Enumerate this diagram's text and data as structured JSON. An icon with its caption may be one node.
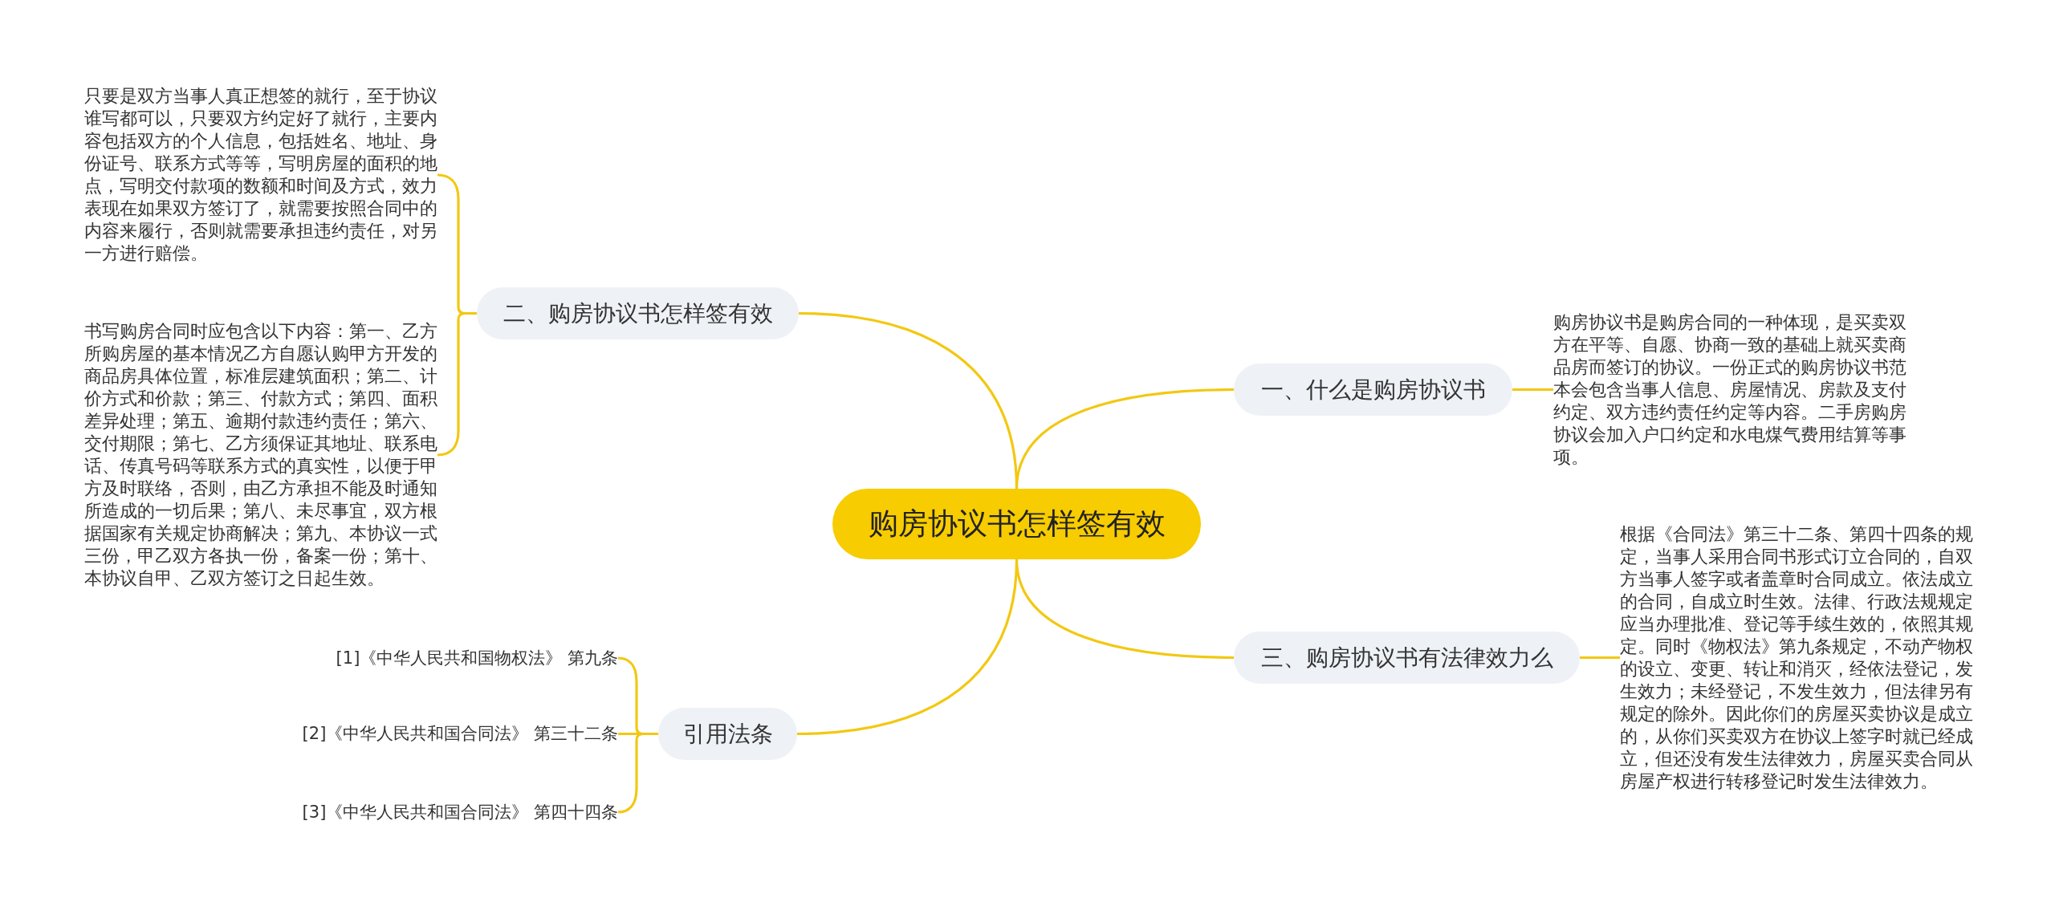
{
  "diagram": {
    "nodes": [
      {
        "text": [
          "购房协议书怎样签有效"
        ]
      },
      {
        "text": [
          "一、什么是购房协议书"
        ]
      },
      {
        "text": [
          "购房协议书是购房合同的一种体现，是买卖双方在平等、自愿、协商一致的基础上就买卖商品房而签订的协议。一份正式的购房协议书范本会包含当事人信息、房屋情况、房款及支付约定、双方违约责任约定等内容。二手房购房协议会加入户口约定和水电煤气费用结算等事项。"
        ]
      },
      {
        "text": [
          "二、购房协议书怎样签有效"
        ]
      },
      {
        "text": [
          "只要是双方当事人真正想签的就行，至于协议谁写都可以，只要双方约定好了就行，主要内容包括双方的个人信息，包括姓名、地址、身份证号、联系方式等等，写明房屋的面积的地点，写明交付款项的数额和时间及方式，效力表现在如果双方签订了，就需要按照合同中的内容来履行，否则就需要承担违约责任，对另一方进行赔偿。"
        ]
      },
      {
        "text": [
          "书写购房合同时应包含以下内容：第一、乙方所购房屋的基本情况乙方自愿认购甲方开发的商品房具体位置，标准层建筑面积；第二、计价方式和价款；第三、付款方式；第四、面积差异处理；第五、逾期付款违约责任；第六、交付期限；第七、乙方须保证其地址、联系电话、传真号码等联系方式的真实性，以便于甲方及时联络，否则，由乙方承担不能及时通知所造成的一切后果；第八、未尽事宜，双方根据国家有关规定协商解决；第九、本协议一式三份，甲乙双方各执一份，备案一份；第十、本协议自甲、乙双方签订之日起生效。"
        ]
      },
      {
        "text": [
          "三、购房协议书有法律效力么"
        ]
      },
      {
        "text": [
          "根据《合同法》第三十二条、第四十四条的规定，当事人采用合同书形式订立合同的，自双方当事人签字或者盖章时合同成立。依法成立的合同，自成立时生效。法律、行政法规规定应当办理批准、登记等手续生效的，依照其规定。同时《物权法》第九条规定，不动产物权的设立、变更、转让和消灭，经依法登记，发生效力；未经登记，不发生效力，但法律另有规定的除外。因此你们的房屋买卖协议是成立的，从你们买卖双方在协议上签字时就已经成立，但还没有发生法律效力，房屋买卖合同从房屋产权进行转移登记时发生法律效力。"
        ]
      },
      {
        "text": [
          "引用法条"
        ]
      },
      {
        "text": [
          "[1]《中华人民共和国物权法》 第九条"
        ]
      },
      {
        "text": [
          "[2]《中华人民共和国合同法》 第三十二条"
        ]
      },
      {
        "text": [
          "[3]《中华人民共和国合同法》 第四十四条"
        ]
      }
    ],
    "edges": [
      {
        "from": 0,
        "to": 1,
        "arrow": "none"
      },
      {
        "from": 1,
        "to": 2,
        "arrow": "none"
      },
      {
        "from": 0,
        "to": 3,
        "arrow": "none"
      },
      {
        "from": 3,
        "to": 4,
        "arrow": "none"
      },
      {
        "from": 3,
        "to": 5,
        "arrow": "none"
      },
      {
        "from": 0,
        "to": 6,
        "arrow": "none"
      },
      {
        "from": 6,
        "to": 7,
        "arrow": "none"
      },
      {
        "from": 0,
        "to": 8,
        "arrow": "none"
      },
      {
        "from": 8,
        "to": 9,
        "arrow": "none"
      },
      {
        "from": 8,
        "to": 10,
        "arrow": "none"
      },
      {
        "from": 8,
        "to": 11,
        "arrow": "none"
      }
    ]
  }
}
